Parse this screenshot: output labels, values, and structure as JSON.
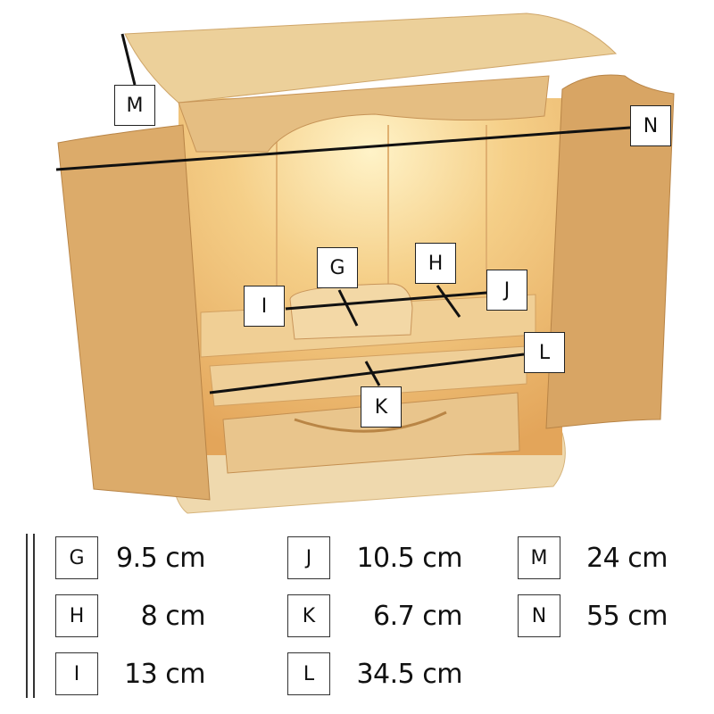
{
  "labels": {
    "M": "M",
    "N": "N",
    "G": "G",
    "H": "H",
    "I": "I",
    "J": "J",
    "K": "K",
    "L": "L"
  },
  "legend": [
    {
      "key": "G",
      "value": "9.5 cm"
    },
    {
      "key": "H",
      "value": "8 cm"
    },
    {
      "key": "I",
      "value": "13 cm"
    },
    {
      "key": "J",
      "value": "10.5 cm"
    },
    {
      "key": "K",
      "value": "6.7 cm"
    },
    {
      "key": "L",
      "value": "34.5 cm"
    },
    {
      "key": "M",
      "value": "24 cm"
    },
    {
      "key": "N",
      "value": "55 cm"
    }
  ],
  "colors": {
    "wood_light": "#ecd09a",
    "wood_door": "#dcab6a",
    "interior": "#f3c779",
    "line": "#111111"
  }
}
